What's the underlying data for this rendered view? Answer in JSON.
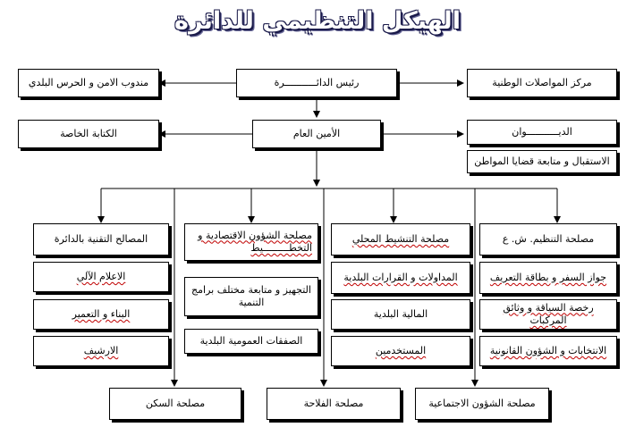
{
  "title": "الهيكل التنظيمي للدائرة",
  "boxes": {
    "president": "رئيس الدائـــــــــــرة",
    "national_comm": "مركز المواصلات الوطنية",
    "security_delegate": "مندوب الامن و الحرس البلدي",
    "secretary_general": "الأمين العام",
    "office": "الديـــــــــــوان",
    "private_secretariat": "الكتابة الخاصة",
    "reception": "الاستقبال و متابعة قضايا المواطن",
    "regulation_service": "مصلحة التنظيم. ش. ع",
    "local_activity_service": "مصلحة التنشيط المحلي",
    "economic_affairs_service": "مصلحة الشؤون الاقتصادية و التخطـــــــــيط",
    "technical_services": "المصالح التقنية بالدائرة",
    "passport_id": "جواز السفر و بطاقة التعريف",
    "driving_license": "رخصة السياقة و وثائق المركبات",
    "elections_legal": "الانتخابات و الشؤون القانونية",
    "deliberations": "المداولات و القرارات البلدية",
    "municipal_finance": "المالية البلدية",
    "employees": "المستخدمين",
    "equipment_programs": "التجهيز و متابعة مختلف برامج التنمية",
    "public_procurement": "الصفقات العمومية البلدية",
    "it": "الاعلام الآلي",
    "construction": "البناء و التعمير",
    "archive": "الارشيف",
    "housing_service": "مصلحة السكن",
    "agriculture_service": "مصلحة الفلاحة",
    "social_affairs_service": "مصلحة الشؤون الاجتماعية"
  }
}
